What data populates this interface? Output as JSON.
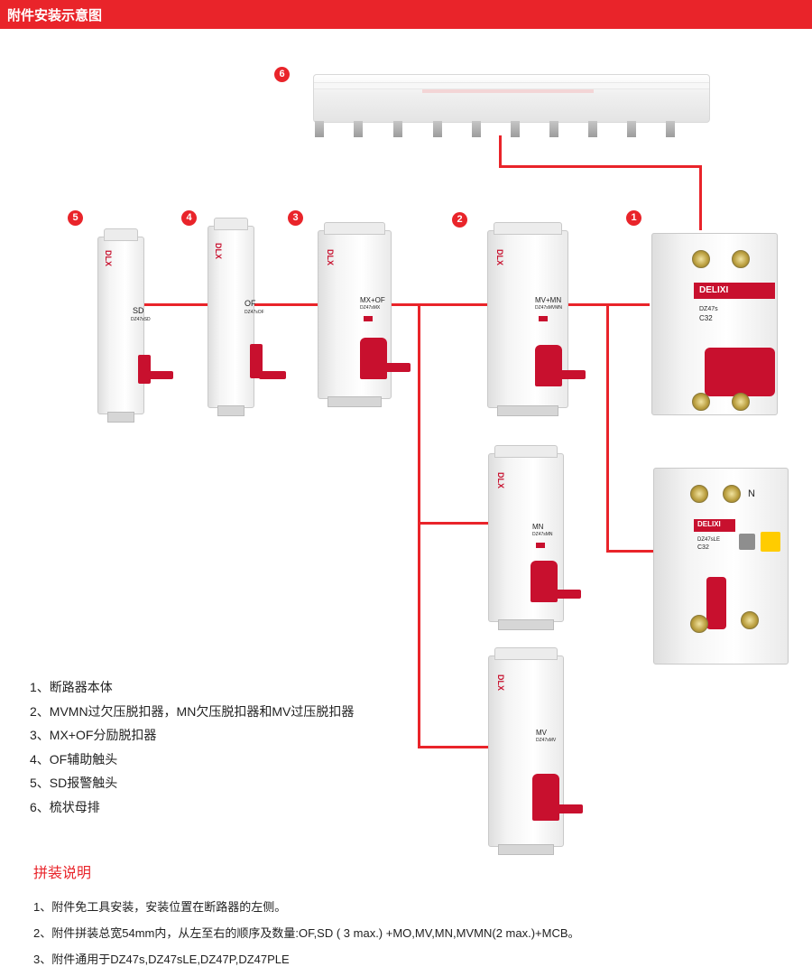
{
  "header": {
    "title": "附件安装示意图"
  },
  "badges": {
    "n1": "1",
    "n2": "2",
    "n3": "3",
    "n4": "4",
    "n5": "5",
    "n6": "6"
  },
  "devices": {
    "sd": {
      "code": "SD",
      "model": "DZ47sSD"
    },
    "of": {
      "code": "OF",
      "model": "DZ47sOF"
    },
    "mxof": {
      "code": "MX+OF",
      "model": "DZ47sMX"
    },
    "mvmn": {
      "code": "MV+MN",
      "model": "DZ47sMVMN"
    },
    "mn": {
      "code": "MN",
      "model": "DZ47sMN"
    },
    "mv": {
      "code": "MV",
      "model": "DZ47sMV"
    },
    "mcb": {
      "brand": "DELIXI",
      "model": "DZ47s",
      "rating": "C32"
    },
    "rcbo": {
      "brand": "DELIXI",
      "model": "DZ47sLE",
      "rating": "C32",
      "n": "N"
    }
  },
  "parts_list": [
    "1、断路器本体",
    "2、MVMN过欠压脱扣器，MN欠压脱扣器和MV过压脱扣器",
    "3、MX+OF分励脱扣器",
    "4、OF辅助触头",
    "5、SD报警触头",
    "6、梳状母排"
  ],
  "assembly": {
    "heading": "拼装说明",
    "notes": [
      "1、附件免工具安装，安装位置在断路器的左侧。",
      "2、附件拼装总宽54mm内，从左至右的顺序及数量:OF,SD ( 3 max.) +MO,MV,MN,MVMN(2 max.)+MCB。",
      "3、附件通用于DZ47s,DZ47sLE,DZ47P,DZ47PLE"
    ]
  },
  "colors": {
    "accent": "#e9242a",
    "handle": "#c8102e"
  }
}
